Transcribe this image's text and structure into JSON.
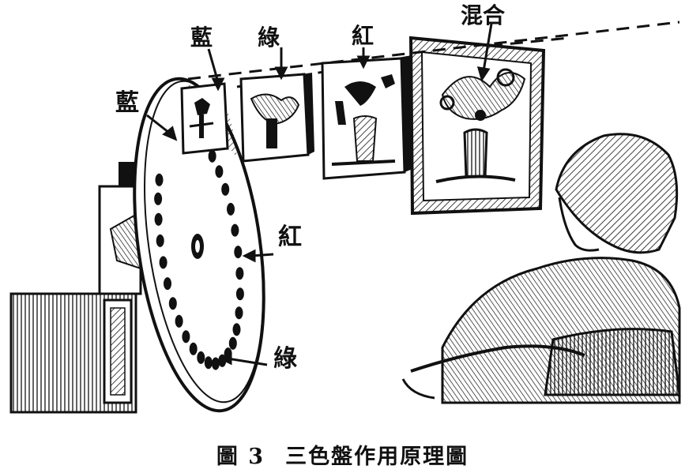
{
  "labels": {
    "blue_top": "藍",
    "green_top": "綠",
    "red_top": "紅",
    "mixed": "混合",
    "blue_left": "藍",
    "red_right": "紅",
    "green_bottom": "綠",
    "disc_center": "0"
  },
  "caption": {
    "figure_number": "圖 3",
    "title": "三色盤作用原理圖"
  },
  "colors": {
    "ink": "#111111",
    "paper": "#ffffff"
  }
}
